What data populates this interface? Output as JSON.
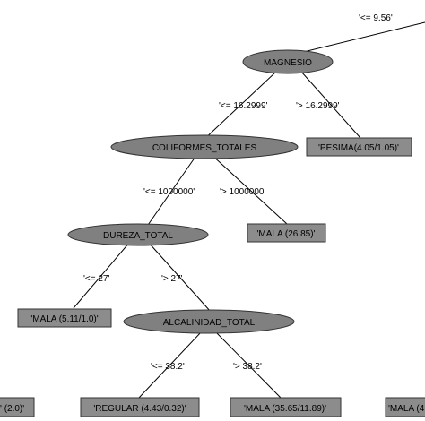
{
  "tree": {
    "edge_labels": {
      "root_to_magnesio": "'<= 9.56'",
      "magnesio_le": "'<= 16.2999'",
      "magnesio_gt": "'> 16.2999'",
      "coliformes_le": "'<= 1000000'",
      "coliformes_gt": "'> 1000000'",
      "dureza_le": "'<= 27'",
      "dureza_gt": "'> 27'",
      "alcalinidad_le": "'<= 38.2'",
      "alcalinidad_gt": "'> 38.2'"
    },
    "decision_nodes": {
      "magnesio": "MAGNESIO",
      "coliformes": "COLIFORMES_TOTALES",
      "dureza": "DUREZA_TOTAL",
      "alcalinidad": "ALCALINIDAD_TOTAL"
    },
    "leaves": {
      "pesima": "'PESIMA(4.05/1.05)'",
      "mala_coliformes": "'MALA (26.85)'",
      "mala_dureza": "'MALA (5.11/1.0)'",
      "regular": "'REGULAR (4.43/0.32)'",
      "mala_alcalinidad": "'MALA (35.65/11.89)'",
      "left_cut": "' (2.0)'",
      "right_cut": "'MALA (4"
    }
  }
}
